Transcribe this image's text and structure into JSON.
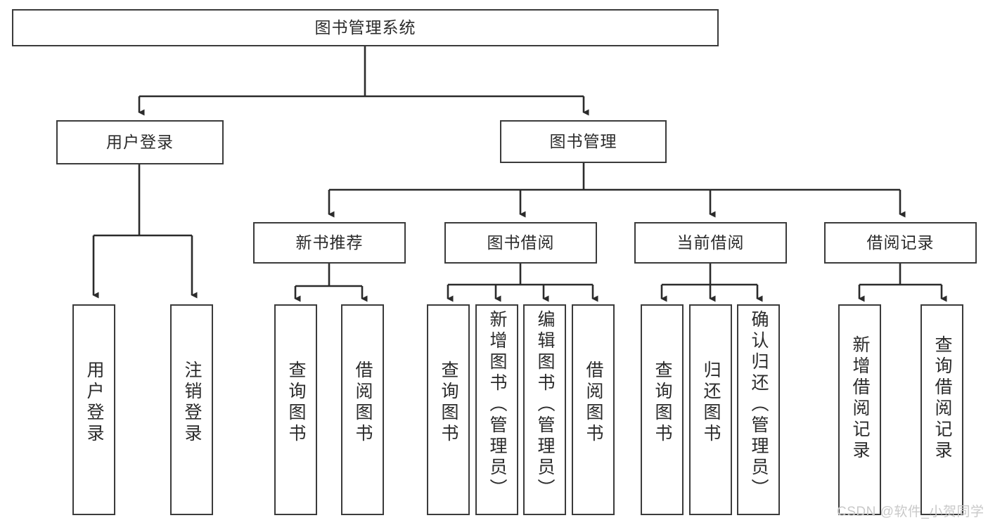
{
  "diagram": {
    "title": "图书管理系统",
    "type": "tree-hierarchy-diagram",
    "colors": {
      "box_border": "#3b3b3b",
      "box_fill": "#ffffff",
      "edge": "#2b2b2b",
      "text": "#2b2b2b",
      "watermark": "#c9c9c9",
      "background": "#ffffff"
    },
    "nodes": {
      "root": {
        "label": "图书管理系统"
      },
      "level2": [
        {
          "id": "user-login",
          "label": "用户登录"
        },
        {
          "id": "book-manage",
          "label": "图书管理"
        }
      ],
      "level3": [
        {
          "id": "new-book-recommend",
          "label": "新书推荐"
        },
        {
          "id": "book-borrow",
          "label": "图书借阅"
        },
        {
          "id": "current-borrow",
          "label": "当前借阅"
        },
        {
          "id": "borrow-record",
          "label": "借阅记录"
        }
      ],
      "leaves": {
        "user-login": [
          {
            "id": "leaf-user-login",
            "label": "用户登录"
          },
          {
            "id": "leaf-logout-login",
            "label": "注销登录"
          }
        ],
        "new-book-recommend": [
          {
            "id": "leaf-query-book-1",
            "label": "查询图书"
          },
          {
            "id": "leaf-borrow-book-1",
            "label": "借阅图书"
          }
        ],
        "book-borrow": [
          {
            "id": "leaf-query-book-2",
            "label": "查询图书"
          },
          {
            "id": "leaf-add-book-admin",
            "label": "新增图书（管理员）"
          },
          {
            "id": "leaf-edit-book-admin",
            "label": "编辑图书（管理员）"
          },
          {
            "id": "leaf-borrow-book-2",
            "label": "借阅图书"
          }
        ],
        "current-borrow": [
          {
            "id": "leaf-query-book-3",
            "label": "查询图书"
          },
          {
            "id": "leaf-return-book",
            "label": "归还图书"
          },
          {
            "id": "leaf-confirm-return-admin",
            "label": "确认归还（管理员）"
          }
        ],
        "borrow-record": [
          {
            "id": "leaf-add-borrow-record",
            "label": "新增借阅记录"
          },
          {
            "id": "leaf-query-borrow-record",
            "label": "查询借阅记录"
          }
        ]
      }
    },
    "watermark": "CSDN @软件_小贺同学"
  }
}
